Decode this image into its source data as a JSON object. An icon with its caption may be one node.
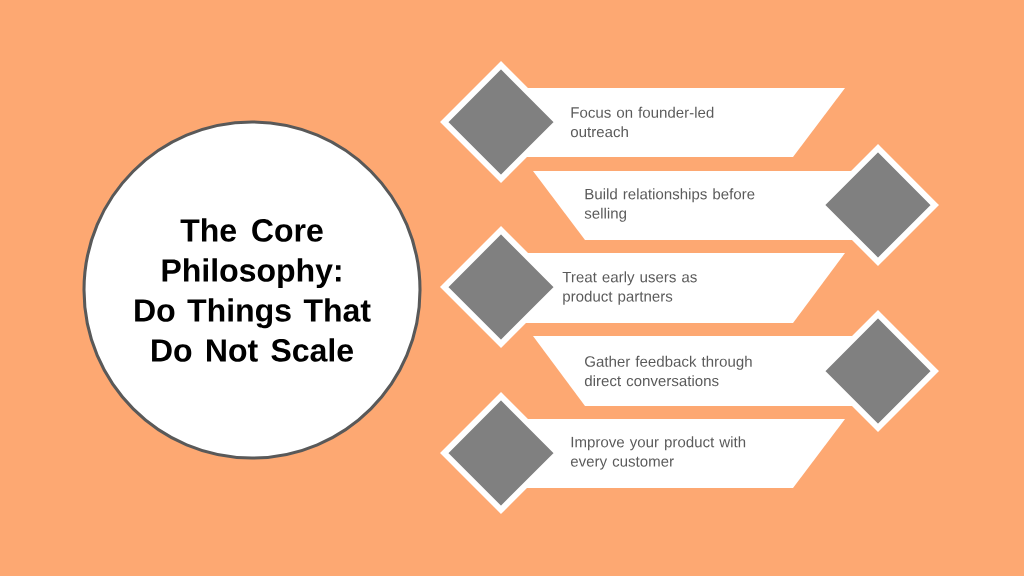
{
  "diagram": {
    "nodes": [
      {
        "text": [
          "The Core Philosophy: Do Things That Do Not Scale"
        ]
      },
      {
        "text": [
          "Focus on founder-led outreach"
        ]
      },
      {
        "text": [
          "Build relationships before selling"
        ]
      },
      {
        "text": [
          "Treat early users as product partners"
        ]
      },
      {
        "text": [
          "Gather feedback through direct conversations"
        ]
      },
      {
        "text": [
          "Improve your product with every customer"
        ]
      },
      {
        "text": [],
        "shape": "diamond"
      },
      {
        "text": [],
        "shape": "diamond"
      },
      {
        "text": [],
        "shape": "diamond"
      },
      {
        "text": [],
        "shape": "diamond"
      },
      {
        "text": [],
        "shape": "diamond"
      }
    ]
  }
}
